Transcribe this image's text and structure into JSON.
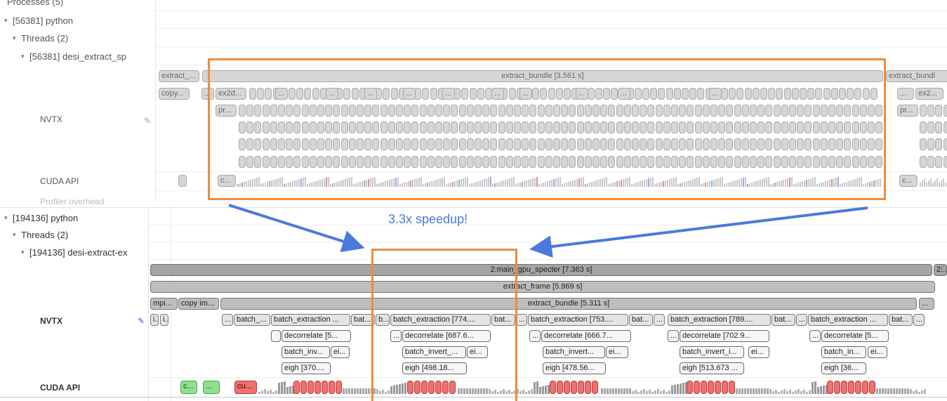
{
  "top_panel": {
    "tree": [
      {
        "label": "Processes (5)",
        "caret": ""
      },
      {
        "label": "[56381] python",
        "caret": "▾"
      },
      {
        "label": "Threads (2)",
        "caret": "▾"
      },
      {
        "label": "[56381] desi_extract_sp",
        "caret": "▾"
      }
    ],
    "rows": {
      "nvtx": "NVTX",
      "cuda_api": "CUDA API",
      "cut_off": "Profiler overhead"
    },
    "bars": {
      "left_extract": "extract_...",
      "main_extract_bundle": "extract_bundle [3.561 s]",
      "right_extract": "extract_bundl",
      "left_copy": "copy...",
      "dots": "...",
      "ex2d": "ex2d...",
      "pr": "pr...",
      "right_ex2": "ex2...",
      "cuda_c": "c...",
      "cuda_c_right": "c..."
    }
  },
  "bottom_panel": {
    "tree": [
      {
        "label": "[194136] python",
        "caret": "▾"
      },
      {
        "label": "Threads (2)",
        "caret": "▾"
      },
      {
        "label": "[194136] desi-extract-ex",
        "caret": "▾"
      }
    ],
    "rows": {
      "nvtx": "NVTX",
      "cuda_api": "CUDA API"
    },
    "bars": {
      "main_gpu": "2:main_gpu_specter [7.363 s]",
      "main_gpu_right": "2:...",
      "extract_frame": "extract_frame [5.969 s]",
      "mpi": "mpi...",
      "copy_im": "copy im...",
      "extract_bundle": "extract_bundle [5.311 s]",
      "dots": "...",
      "i": "i...",
      "batch_short": "batch_...",
      "batch_extraction_dots": "batch_extraction ...",
      "bat": "bat...",
      "b": "b...",
      "batch_extraction_774": "batch_extraction [774....",
      "batch_extraction_753": "batch_extraction [753....",
      "batch_extraction_789": "batch_extraction [789....",
      "decorrelate_5": "decorrelate [5...",
      "decorrelate_687": "decorrelate [687.6...",
      "decorrelate_666": "decorrelate [666.7...",
      "decorrelate_702": "decorrelate [702.9...",
      "batch_inv": "batch_inv...",
      "ei": "ei...",
      "batch_invert_dash": "batch_invert_...",
      "batch_invert_dots": "batch_invert...",
      "batch_invert_i": "batch_invert_i...",
      "batch_in": "batch_in...",
      "eigh_370": "eigh [370....",
      "eigh_498": "eigh [498.18...",
      "eigh_478": "eigh [478.56...",
      "eigh_513": "eigh [513.673 ...",
      "eigh_36": "eigh [36...",
      "cuda_c": "c...",
      "cuda_cu": "cu..."
    }
  },
  "annotation": {
    "speedup_text": "3.3x speedup!",
    "colors": {
      "highlight": "#ef8b3c",
      "arrow": "#4a7bdc",
      "memory_green": "#8fe08f",
      "kernel_red": "#f07070"
    }
  }
}
